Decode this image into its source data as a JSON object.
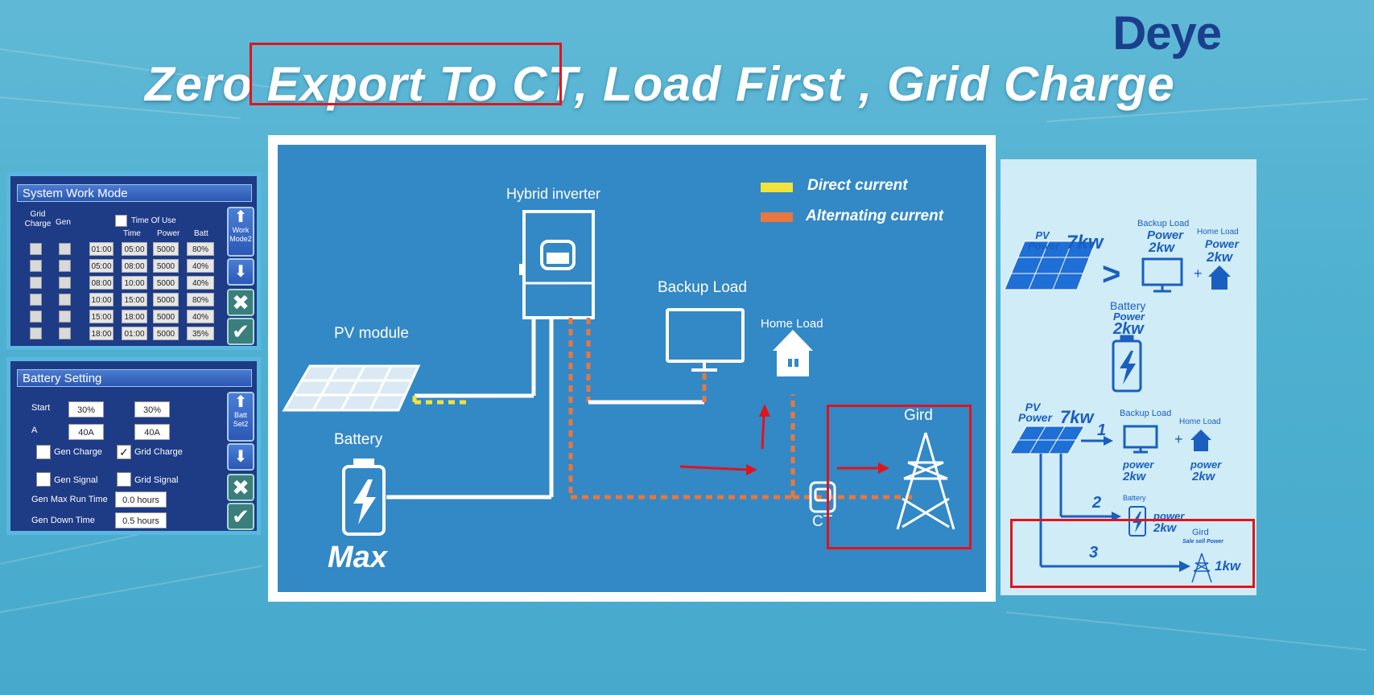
{
  "title": {
    "part1": "Zero ",
    "part2": "Export To CT",
    "part3": ", Load First , Grid Charge"
  },
  "logo": "Deye",
  "work_mode_panel": {
    "title": "System Work Mode",
    "col_grid_charge": "Grid Charge",
    "col_gen": "Gen",
    "time_of_use": "Time Of Use",
    "col_time": "Time",
    "col_power": "Power",
    "col_batt": "Batt",
    "rows": [
      {
        "start": "01:00",
        "end": "05:00",
        "power": "5000",
        "batt": "80%"
      },
      {
        "start": "05:00",
        "end": "08:00",
        "power": "5000",
        "batt": "40%"
      },
      {
        "start": "08:00",
        "end": "10:00",
        "power": "5000",
        "batt": "40%"
      },
      {
        "start": "10:00",
        "end": "15:00",
        "power": "5000",
        "batt": "80%"
      },
      {
        "start": "15:00",
        "end": "18:00",
        "power": "5000",
        "batt": "40%"
      },
      {
        "start": "18:00",
        "end": "01:00",
        "power": "5000",
        "batt": "35%"
      }
    ],
    "side_button_label": "Work Mode2"
  },
  "battery_panel": {
    "title": "Battery Setting",
    "start_label": "Start",
    "start_val_1": "30%",
    "start_val_2": "30%",
    "a_label": "A",
    "a_val_1": "40A",
    "a_val_2": "40A",
    "gen_charge": "Gen Charge",
    "grid_charge": "Grid Charge",
    "gen_signal": "Gen Signal",
    "grid_signal": "Grid Signal",
    "gen_max_run_label": "Gen Max Run Time",
    "gen_max_run_val": "0.0 hours",
    "gen_down_label": "Gen Down Time",
    "gen_down_val": "0.5 hours",
    "side_button_label": "Batt Set2"
  },
  "diagram": {
    "legend_dc": "Direct current",
    "legend_ac": "Alternating current",
    "hybrid_inverter": "Hybrid inverter",
    "pv_module": "PV module",
    "battery": "Battery",
    "battery_level": "Max",
    "backup_load": "Backup Load",
    "home_load": "Home Load",
    "grid": "Gird",
    "ct": "CT",
    "colors": {
      "dc": "#f2e23a",
      "ac": "#e8773f",
      "arrow": "#e3131b"
    }
  },
  "right_panel": {
    "top": {
      "pv_label": "PV Power",
      "pv_value": "7kw",
      "backup_label": "Backup Load",
      "backup_power_label": "Power",
      "backup_value": "2kw",
      "home_label": "Home Load",
      "home_power_label": "Power",
      "home_value": "2kw",
      "battery_label": "Battery",
      "battery_power_label": "Power",
      "battery_value": "2kw"
    },
    "bottom": {
      "pv_label": "PV Power",
      "pv_value": "7kw",
      "backup_label": "Backup Load",
      "home_label": "Home Load",
      "power_label": "power",
      "backup_value": "2kw",
      "home_value": "2kw",
      "step1": "1",
      "step2": "2",
      "step3": "3",
      "battery_label": "Battery",
      "battery_power_label": "power",
      "battery_value": "2kw",
      "grid_label": "Gird",
      "grid_sub": "Sale sell Power",
      "grid_value": "1kw"
    }
  }
}
